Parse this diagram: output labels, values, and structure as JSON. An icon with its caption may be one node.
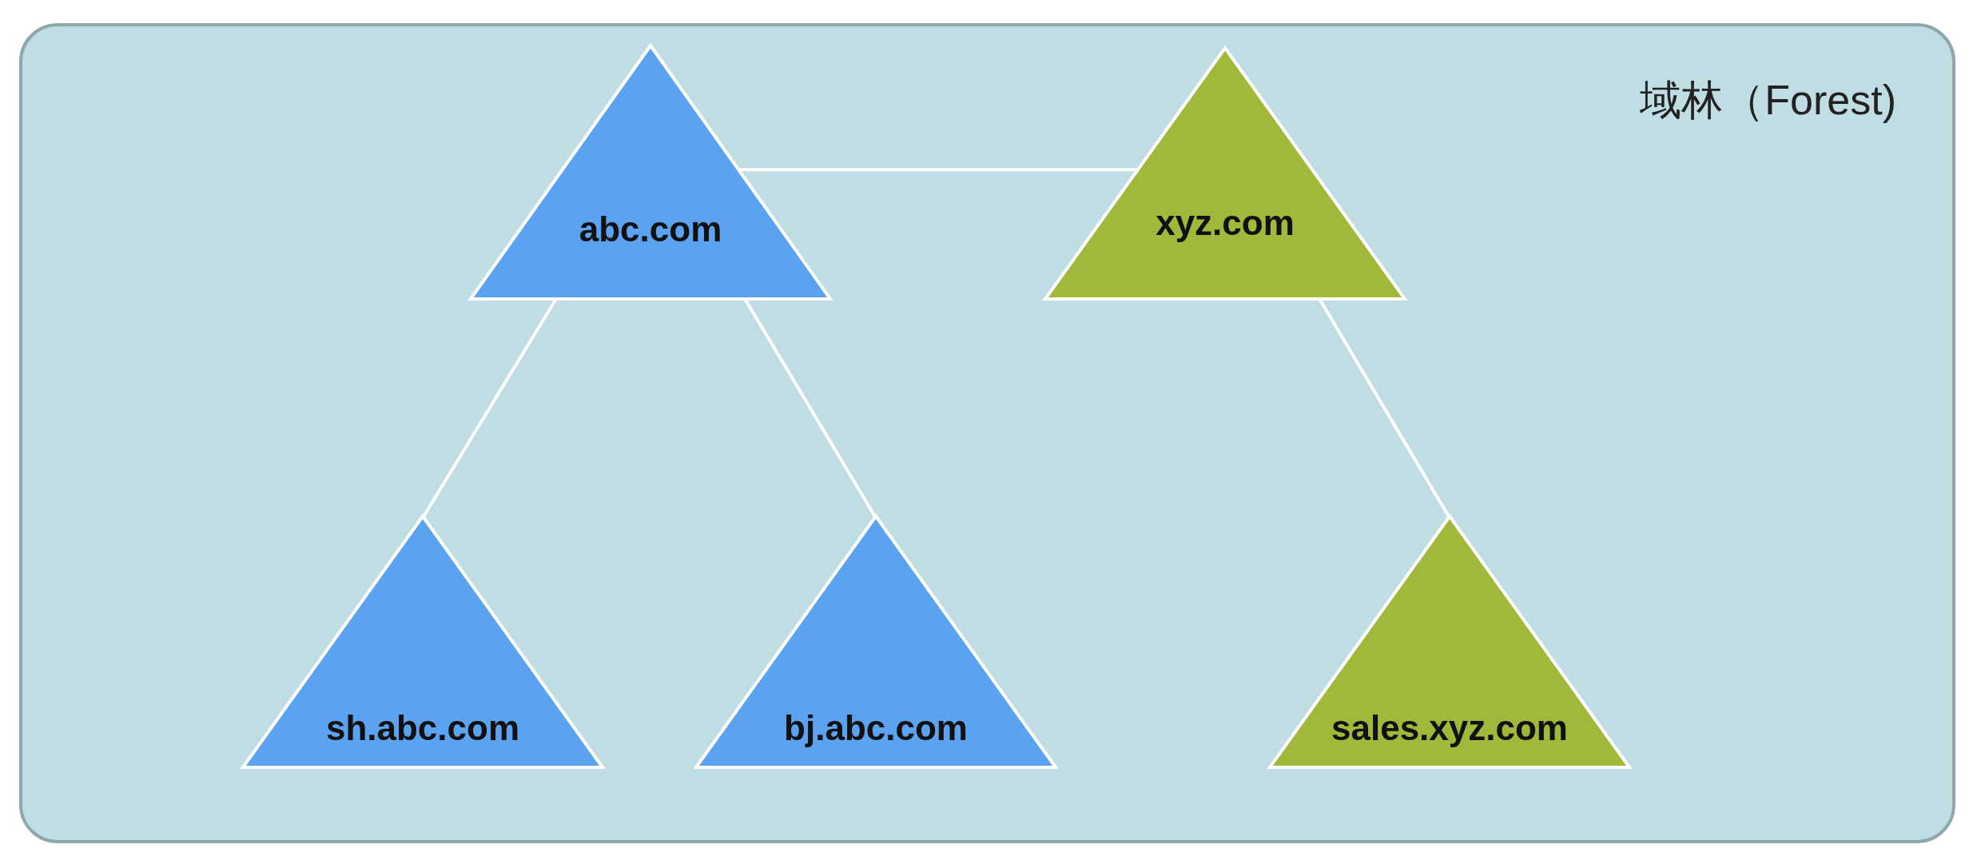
{
  "diagram": {
    "nodes": [
      {
        "text": [
          "域林（Forest)"
        ]
      },
      {
        "text": [
          "abc.com"
        ],
        "in": 0
      },
      {
        "text": [
          "xyz.com"
        ],
        "in": 0
      },
      {
        "text": [
          "sh.abc.com"
        ],
        "in": 0
      },
      {
        "text": [
          "bj.abc.com"
        ],
        "in": 0
      },
      {
        "text": [
          "sales.xyz.com"
        ],
        "in": 0
      }
    ],
    "edges": [
      {
        "from": 1,
        "to": 2,
        "arrow": "none"
      },
      {
        "from": 1,
        "to": 3,
        "arrow": "none"
      },
      {
        "from": 1,
        "to": 4,
        "arrow": "none"
      },
      {
        "from": 2,
        "to": 5,
        "arrow": "none"
      }
    ]
  }
}
